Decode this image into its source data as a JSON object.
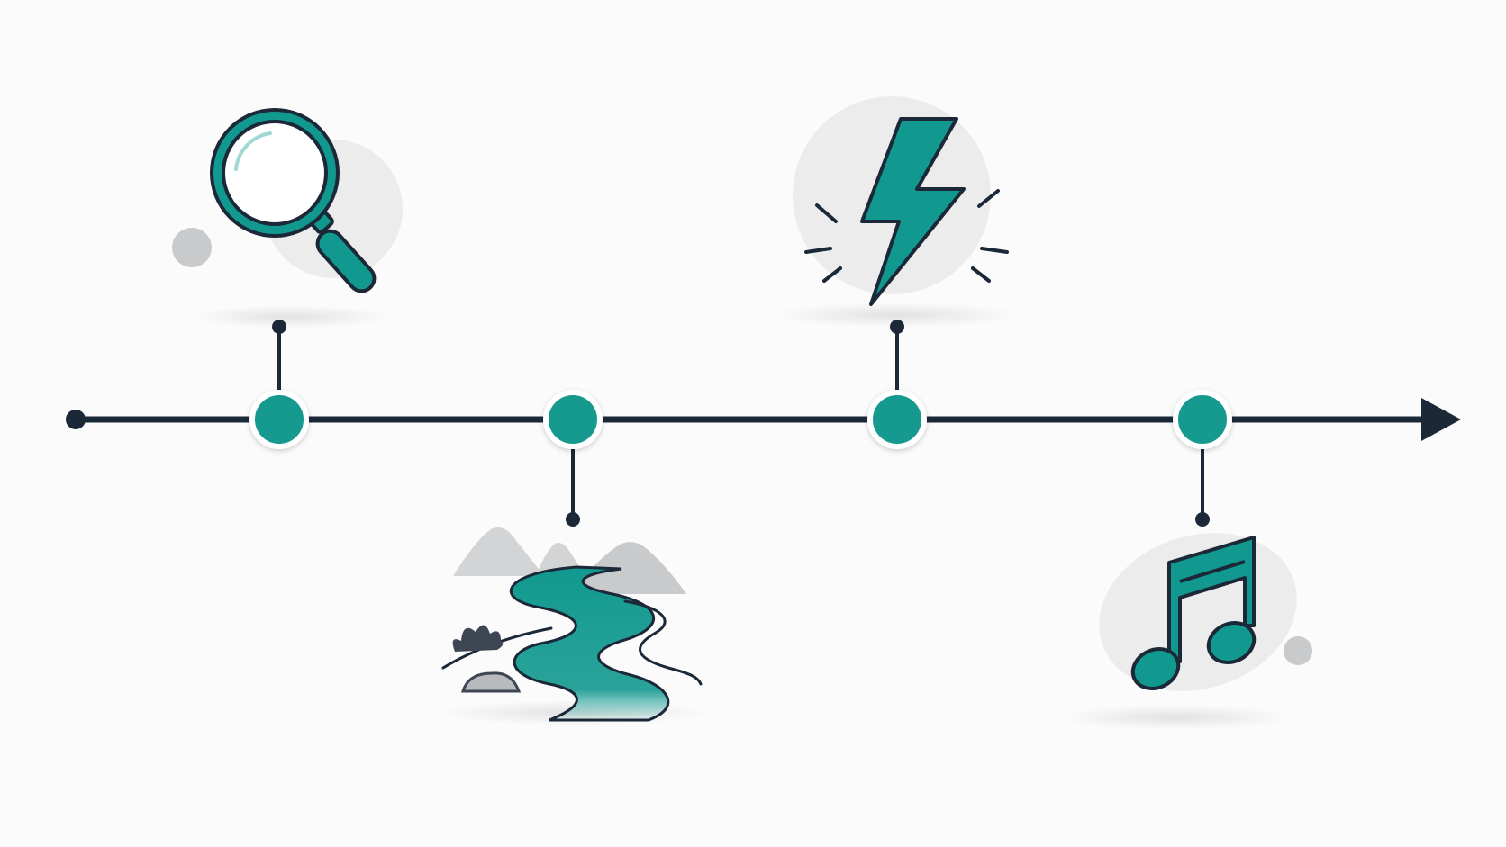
{
  "colors": {
    "background": "#fbfbfb",
    "teal": "#12998f",
    "navy": "#1b2838",
    "gray_light": "#ececec",
    "gray_mid": "#c9cacc",
    "gray_dark": "#3e4653",
    "white": "#ffffff"
  },
  "timeline": {
    "direction": "left-to-right",
    "has_arrow": true,
    "milestones": [
      {
        "order": 1,
        "icon": "magnifying-glass-icon",
        "side": "above"
      },
      {
        "order": 2,
        "icon": "river-landscape-icon",
        "side": "below"
      },
      {
        "order": 3,
        "icon": "lightning-bolt-icon",
        "side": "above"
      },
      {
        "order": 4,
        "icon": "music-note-icon",
        "side": "below"
      }
    ]
  }
}
